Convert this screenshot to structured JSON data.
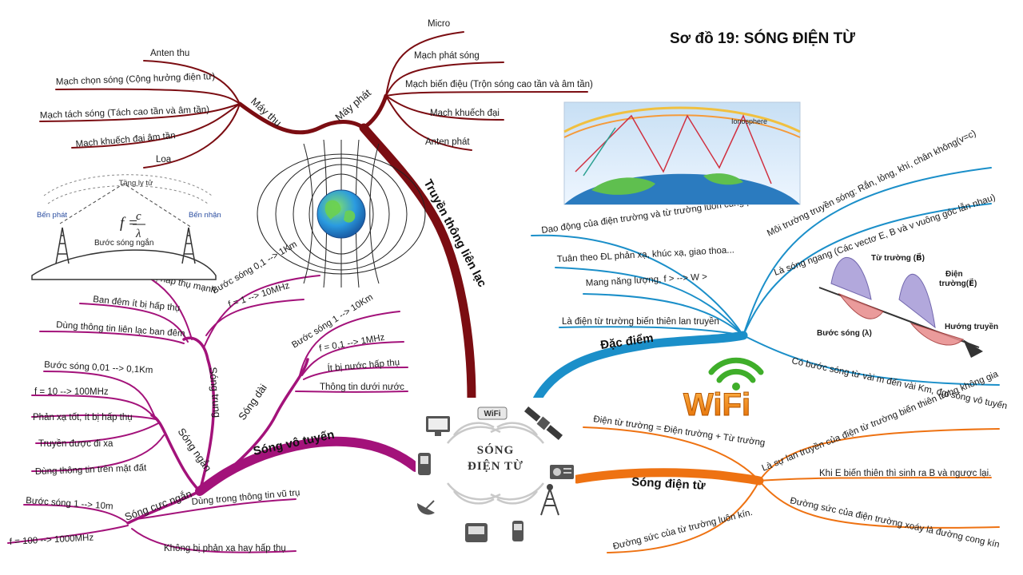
{
  "title": "Sơ đồ 19: SÓNG ĐIỆN TỪ",
  "center": {
    "line1": "SÓNG",
    "line2": "ĐIỆN TỪ",
    "badge": "WiFi"
  },
  "colors": {
    "maroon": "#7b0d12",
    "magenta": "#a3127a",
    "blue": "#1b8fc9",
    "orange": "#ee7212",
    "wifi_green": "#3fae2a",
    "wifi_orange": "#f08a1d"
  },
  "branches": {
    "truyen_thong": {
      "label": "Truyền thông liên lạc",
      "may_thu": {
        "label": "Máy thu",
        "items": [
          "Anten thu",
          "Mạch chọn sóng (Cộng hưởng điện từ)",
          "Mạch tách sóng (Tách cao tần và âm tần)",
          "Mạch khuếch đại âm tần",
          "Loa"
        ]
      },
      "may_phat": {
        "label": "Máy phát",
        "items": [
          "Micro",
          "Mạch phát sóng",
          "Mạch biến điệu (Trộn sóng cao tần và âm tần)",
          "Mạch khuếch đại",
          "Anten phát"
        ]
      }
    },
    "song_vo_tuyen": {
      "label": "Sóng vô tuyến",
      "song_trung": {
        "label": "Sóng trung",
        "items": [
          "Bước sóng 0,1 --> 1Km",
          "f = 1 --> 10MHz",
          "Ban ngày bị hấp thụ mạnh",
          "Ban đêm ít bị hấp thụ",
          "Dùng thông tin liên lạc ban đêm"
        ]
      },
      "song_dai": {
        "label": "Sóng dài",
        "items": [
          "Bước sóng 1 --> 10Km",
          "f = 0,1 --> 1MHz",
          "Ít bị nước hấp thụ",
          "Thông tin dưới nước"
        ]
      },
      "song_ngan": {
        "label": "Sóng ngắn",
        "items": [
          "Bước sóng 0,01 --> 0,1Km",
          "f = 10 --> 100MHz",
          "Phản xạ tốt, ít bị hấp thụ",
          "Truyền được đi xa",
          "Dùng thông tin trên mặt đất"
        ]
      },
      "song_cuc_ngan": {
        "label": "Sóng cực ngắn",
        "items": [
          "Bước sóng 1 --> 10m",
          "f = 100 --> 1000MHz",
          "Dùng trong thông tin vũ trụ",
          "Không bị phản xạ hay hấp thụ"
        ]
      }
    },
    "dac_diem": {
      "label": "Đặc điểm",
      "items": [
        "Dao động của điện trường và từ trường luôn cùng pha.",
        "Tuân theo ĐL  phản xạ, khúc xạ, giao thoa...",
        "Mang năng lượng, f > --> W >",
        "Là điện từ trường biến thiên lan truyền",
        "Môi trường truyền sóng: Rắn, lỏng, khí, chân không(v=c)",
        "Là sóng ngang (Các vectơ E, B và v vuông góc lẫn nhau)",
        "Có bước sóng từ vài m đến vài Km, đgl sóng vô tuyến"
      ]
    },
    "song_dien_tu": {
      "label": "Sóng điện từ",
      "items": [
        "Điện từ trường = Điện trường + Từ trường",
        "Là sự lan truyền của điện từ trường biến thiên trong không gia",
        "Khi E biến thiên thì sinh ra B và ngược lại.",
        "Đường sức của điện trường xoáy là đường cong kín",
        "Đường sức của từ trường luôn kín."
      ]
    }
  },
  "illustrations": {
    "antenna": {
      "top": "Tầng ly tử",
      "left": "Bến phát",
      "right": "Bến nhận",
      "formula_f": "f =",
      "formula_c": "c",
      "formula_l": "λ",
      "bottom": "Bước sóng ngắn"
    },
    "ionosphere": {
      "label": "Ionosphere"
    },
    "wave": {
      "b": "Từ trường (B⃗)",
      "e1": "Điện",
      "e2": "trường(E⃗)",
      "lambda": "Bước sóng (λ)",
      "dir": "Hướng truyền"
    }
  }
}
